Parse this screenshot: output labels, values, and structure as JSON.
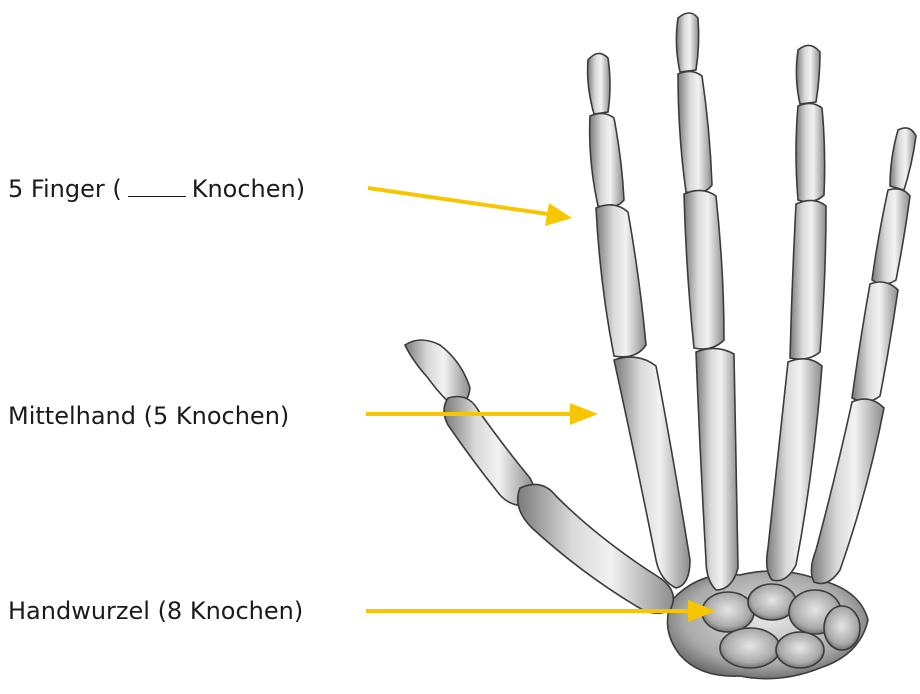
{
  "colors": {
    "arrow": "#f7c600",
    "bone_light": "#eeeeee",
    "bone_mid": "#bdbdbd",
    "bone_dark": "#6e6e6e",
    "text": "#1b1b1b"
  },
  "labels": {
    "finger": {
      "before_blank": "5 Finger (",
      "after_blank": "Knochen)"
    },
    "mittelhand": "Mittelhand (5 Knochen)",
    "handwurzel": "Handwurzel (8 Knochen)"
  },
  "figure": {
    "subject": "hand-skeleton-illustration"
  }
}
